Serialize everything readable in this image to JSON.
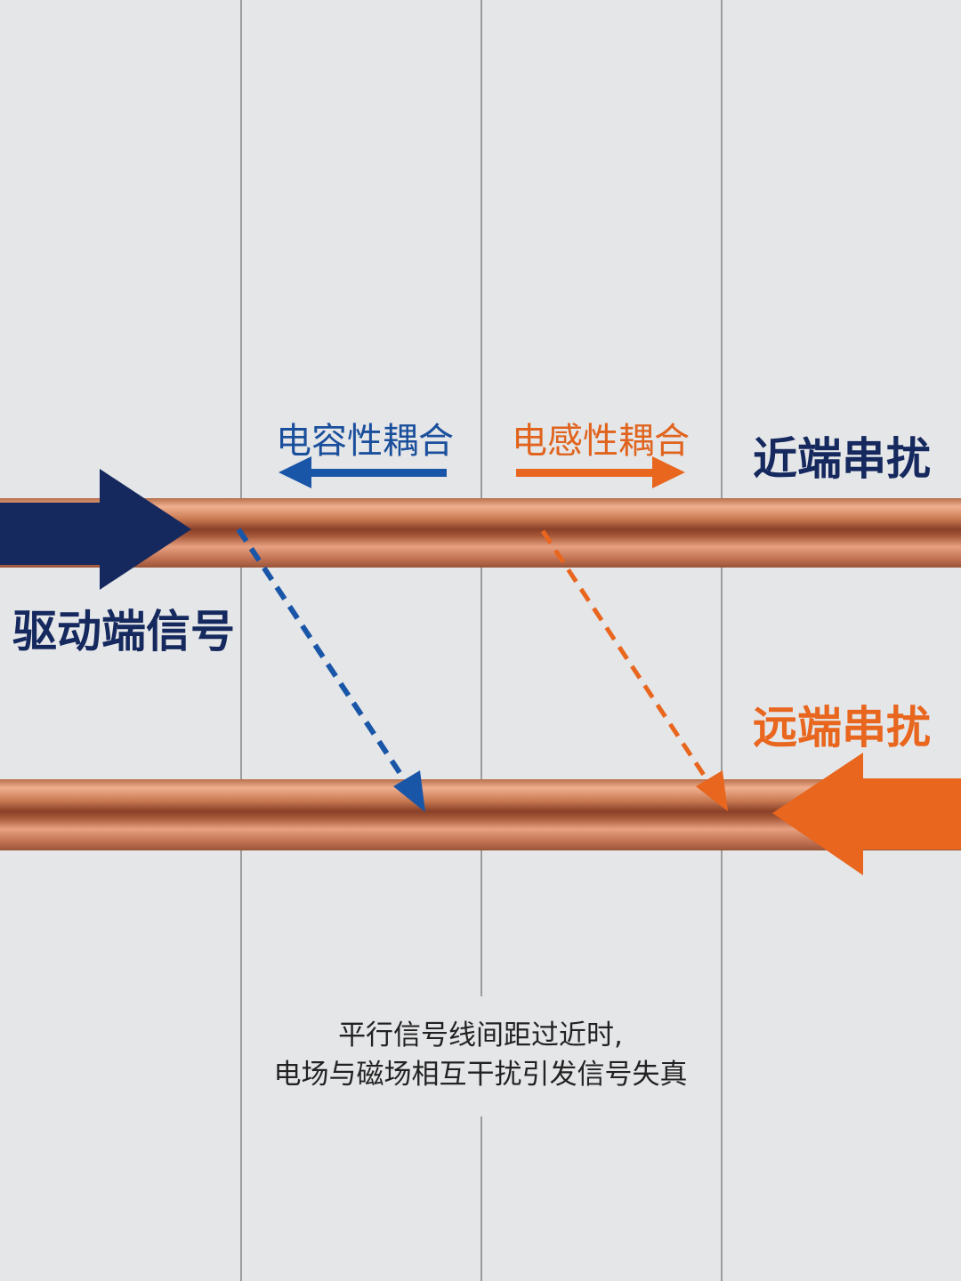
{
  "labels": {
    "capacitive_coupling": "电容性耦合",
    "inductive_coupling": "电感性耦合",
    "near_end_crosstalk": "近端串扰",
    "driver_signal": "驱动端信号",
    "far_end_crosstalk": "远端串扰"
  },
  "caption": {
    "line1": "平行信号线间距过近时,",
    "line2": "电场与磁场相互干扰引发信号失真"
  },
  "colors": {
    "navy": "#15295e",
    "blue": "#1a56a8",
    "orange": "#e8661e",
    "copper": "#c97a52"
  }
}
